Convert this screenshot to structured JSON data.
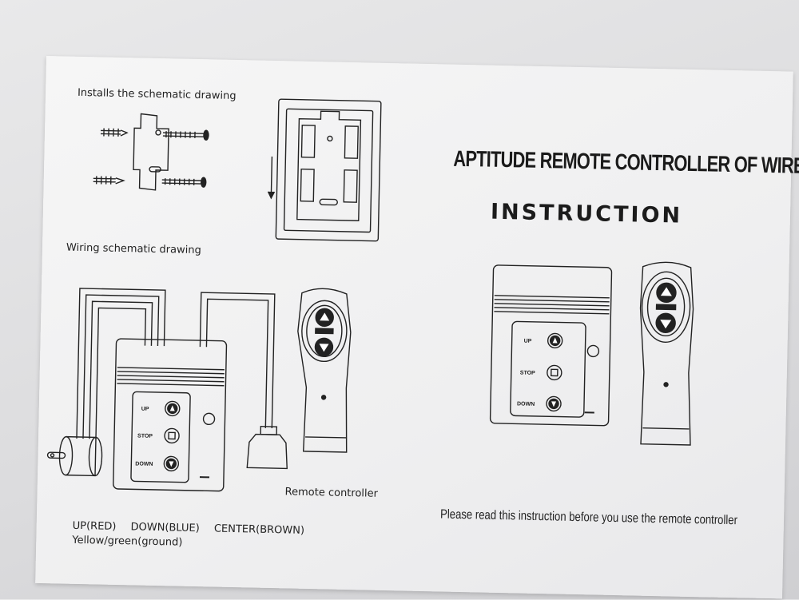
{
  "captions": {
    "install": "Installs the schematic drawing",
    "wiring": "Wiring schematic drawing",
    "remote": "Remote controller",
    "colors": [
      "UP(RED)",
      "DOWN(BLUE)",
      "CENTER(BROWN)"
    ],
    "ground": "Yellow/green(ground)"
  },
  "title": "APTITUDE REMOTE CONTROLLER OF WIRELESS",
  "subtitle": "INSTRUCTION",
  "note": "Please read this instruction before you use the remote controller",
  "panel_buttons": {
    "up": "UP",
    "stop": "STOP",
    "down": "DOWN"
  }
}
